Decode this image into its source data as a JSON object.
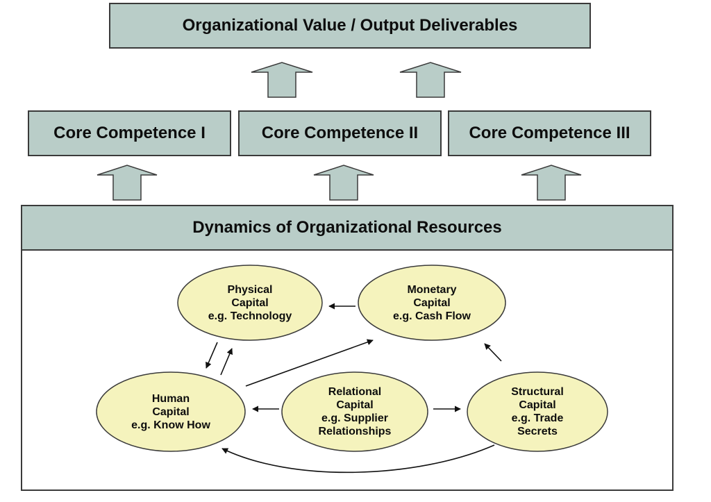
{
  "top": {
    "title": "Organizational Value / Output Deliverables"
  },
  "competences": [
    {
      "label": "Core Competence I"
    },
    {
      "label": "Core Competence II"
    },
    {
      "label": "Core Competence III"
    }
  ],
  "resources": {
    "title": "Dynamics of Organizational Resources",
    "capitals": {
      "physical": {
        "line1": "Physical",
        "line2": "Capital",
        "line3": "e.g. Technology"
      },
      "monetary": {
        "line1": "Monetary",
        "line2": "Capital",
        "line3": "e.g. Cash Flow"
      },
      "human": {
        "line1": "Human",
        "line2": "Capital",
        "line3": "e.g. Know How"
      },
      "relational": {
        "line1": "Relational",
        "line2": "Capital",
        "line3": "e.g. Supplier",
        "line4": "Relationships"
      },
      "structural": {
        "line1": "Structural",
        "line2": "Capital",
        "line3": "e.g. Trade",
        "line4": "Secrets"
      }
    }
  },
  "colors": {
    "box_fill": "#b9cdc8",
    "ellipse_fill": "#f5f3bd",
    "stroke": "#3a3a3a",
    "arrow": "#111111"
  }
}
